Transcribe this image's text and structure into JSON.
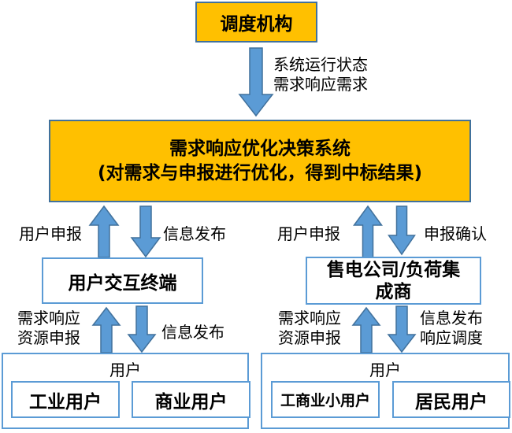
{
  "colors": {
    "orange_fill": "#FFC000",
    "orange_outline": "#41719C",
    "white_box_outline": "#5B9BD5",
    "arrow_fill": "#5B9BD5",
    "arrow_outline": "#41719C",
    "text": "#000000",
    "background": "#FFFFFF"
  },
  "nodes": {
    "dispatch_label": "调度机构",
    "decision_line1": "需求响应优化决策系统",
    "decision_line2": "(对需求与申报进行优化，得到中标结果)",
    "terminal_label": "用户交互终端",
    "retailer_line1": "售电公司/负荷集",
    "retailer_line2": "成商",
    "left_users_title": "用户",
    "left_user1": "工业用户",
    "left_user2": "商业用户",
    "right_users_title": "用户",
    "right_user1": "工商业小用户",
    "right_user2": "居民用户"
  },
  "edge_labels": {
    "dispatch_line1": "系统运行状态",
    "dispatch_line2": "需求响应需求",
    "left_top_up": "用户申报",
    "left_top_down": "信息发布",
    "right_top_up": "用户申报",
    "right_top_down": "申报确认",
    "left_bottom_up_line1": "需求响应",
    "left_bottom_up_line2": "资源申报",
    "left_bottom_down": "信息发布",
    "right_bottom_up_line1": "需求响应",
    "right_bottom_up_line2": "资源申报",
    "right_bottom_down_line1": "信息发布",
    "right_bottom_down_line2": "响应调度"
  }
}
